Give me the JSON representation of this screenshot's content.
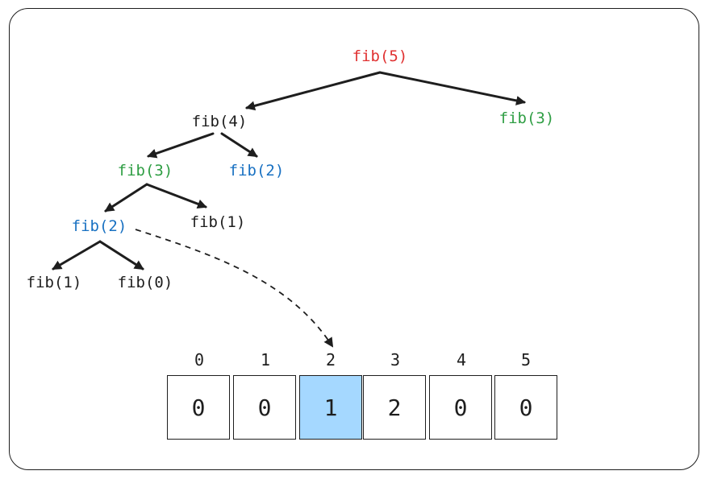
{
  "colors": {
    "ink": "#1e1e1e",
    "root": "#e03131",
    "fib3": "#2f9e44",
    "fib2": "#1971c2",
    "highlight": "#a5d8ff"
  },
  "tree": {
    "nodes": [
      {
        "id": "n5",
        "label": "fib(5)",
        "color": "root"
      },
      {
        "id": "n4",
        "label": "fib(4)",
        "color": "ink"
      },
      {
        "id": "n3r",
        "label": "fib(3)",
        "color": "fib3"
      },
      {
        "id": "n3",
        "label": "fib(3)",
        "color": "fib3"
      },
      {
        "id": "n2r",
        "label": "fib(2)",
        "color": "fib2"
      },
      {
        "id": "n2",
        "label": "fib(2)",
        "color": "fib2"
      },
      {
        "id": "n1r",
        "label": "fib(1)",
        "color": "ink"
      },
      {
        "id": "n1",
        "label": "fib(1)",
        "color": "ink"
      },
      {
        "id": "n0",
        "label": "fib(0)",
        "color": "ink"
      }
    ],
    "edges": [
      {
        "from": "n5",
        "to": "n4"
      },
      {
        "from": "n5",
        "to": "n3r"
      },
      {
        "from": "n4",
        "to": "n3"
      },
      {
        "from": "n4",
        "to": "n2r"
      },
      {
        "from": "n3",
        "to": "n2"
      },
      {
        "from": "n3",
        "to": "n1r"
      },
      {
        "from": "n2",
        "to": "n1"
      },
      {
        "from": "n2",
        "to": "n0"
      }
    ]
  },
  "memo": {
    "indices": [
      "0",
      "1",
      "2",
      "3",
      "4",
      "5"
    ],
    "values": [
      "0",
      "0",
      "1",
      "2",
      "0",
      "0"
    ],
    "highlighted_index": 2
  }
}
